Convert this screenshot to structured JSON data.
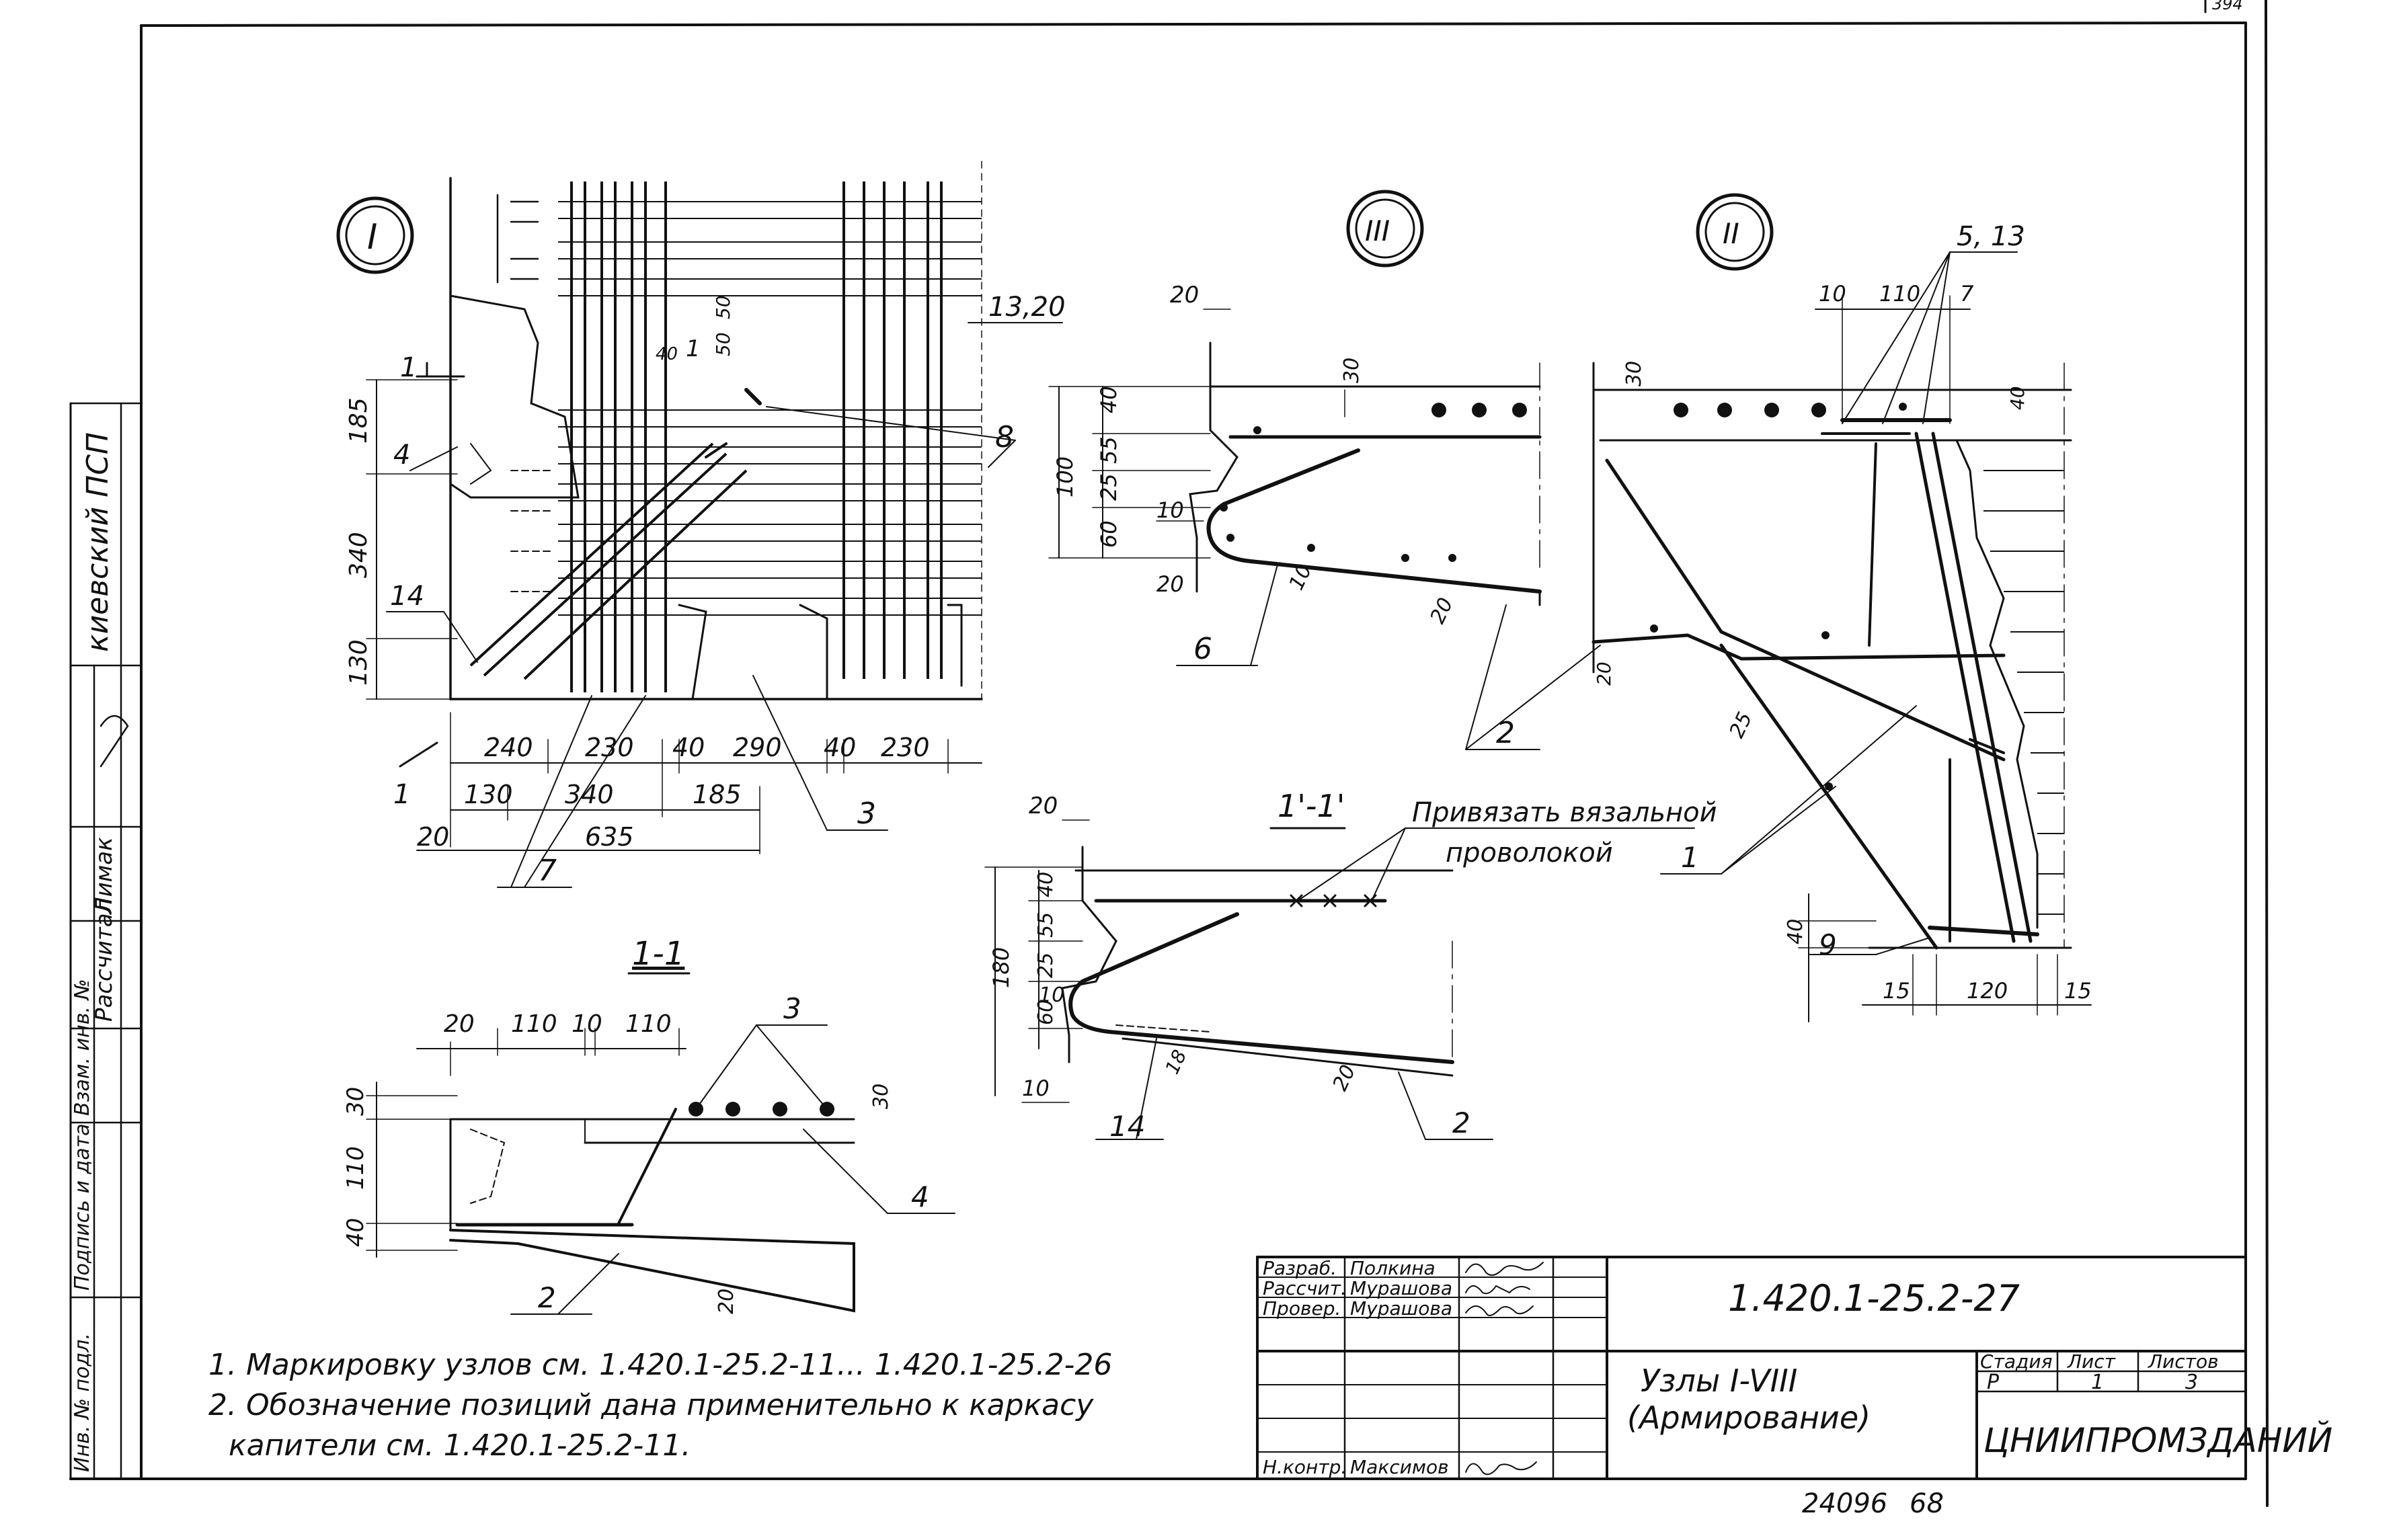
{
  "drawing": {
    "code": "1.420.1-25.2-27",
    "title_line1": "Узлы I-VIII",
    "title_line2": "(Армирование)",
    "organization": "ЦНИИПРОМЗДАНИЙ",
    "stage_label": "Стадия",
    "stage_value": "Р",
    "sheet_label": "Лист",
    "sheet_value": "1",
    "sheets_label": "Листов",
    "sheets_value": "3",
    "stamp_number": "24096",
    "stamp_page": "68",
    "corner_mark": "394"
  },
  "signatures": [
    {
      "role": "Разраб.",
      "name": "Полкина"
    },
    {
      "role": "Рассчит.",
      "name": "Мурашова"
    },
    {
      "role": "Провер.",
      "name": "Мурашова"
    },
    {
      "role": "Н.контр.",
      "name": "Максимов"
    }
  ],
  "side_block": {
    "org": "киевский ПСП",
    "rows": [
      "Рассчитал",
      "Лимак"
    ],
    "labels": [
      "Инв. № подл.",
      "Подпись и дата",
      "Взам. инв. №"
    ]
  },
  "notes": [
    "1. Маркировку узлов см. 1.420.1-25.2-11... 1.420.1-25.2-26",
    "2. Обозначение позиций дана применительно к каркасу",
    "капители см. 1.420.1-25.2-11."
  ],
  "views": {
    "node_I": {
      "mark": "I",
      "dims_h": [
        "240",
        "230",
        "40",
        "290",
        "40",
        "230"
      ],
      "dims_h2": [
        "130",
        "340",
        "185"
      ],
      "dims_h3": [
        "20",
        "635"
      ],
      "dims_v": [
        "185",
        "340",
        "130"
      ],
      "callouts": [
        "4",
        "14",
        "13,20",
        "8",
        "3",
        "7",
        "1",
        "50",
        "50",
        "40"
      ],
      "section_mark": "1"
    },
    "section_1_1": {
      "title": "1-1",
      "dims_h": [
        "20",
        "110",
        "10",
        "110"
      ],
      "dims_v": [
        "30",
        "110",
        "40"
      ],
      "callouts": [
        "3",
        "4",
        "2",
        "20",
        "30"
      ]
    },
    "node_III": {
      "mark": "III",
      "dims_v": [
        "40",
        "55",
        "25",
        "60",
        "100"
      ],
      "dims_misc": [
        "20",
        "30",
        "10",
        "20",
        "10",
        "20"
      ],
      "callouts": [
        "6",
        "2"
      ]
    },
    "section_1p_1p": {
      "title": "1'-1'",
      "note_line1": "Привязать вязальной",
      "note_line2": "проволокой",
      "dims_v": [
        "40",
        "55",
        "25",
        "60",
        "180"
      ],
      "dims_misc": [
        "20",
        "10",
        "10",
        "18",
        "20"
      ],
      "callouts": [
        "14",
        "2"
      ]
    },
    "node_II": {
      "mark": "II",
      "dims": [
        "10",
        "110",
        "7",
        "30",
        "40",
        "20",
        "25",
        "40",
        "15",
        "120",
        "15"
      ],
      "callouts": [
        "5, 13",
        "1",
        "9",
        "2"
      ]
    }
  }
}
